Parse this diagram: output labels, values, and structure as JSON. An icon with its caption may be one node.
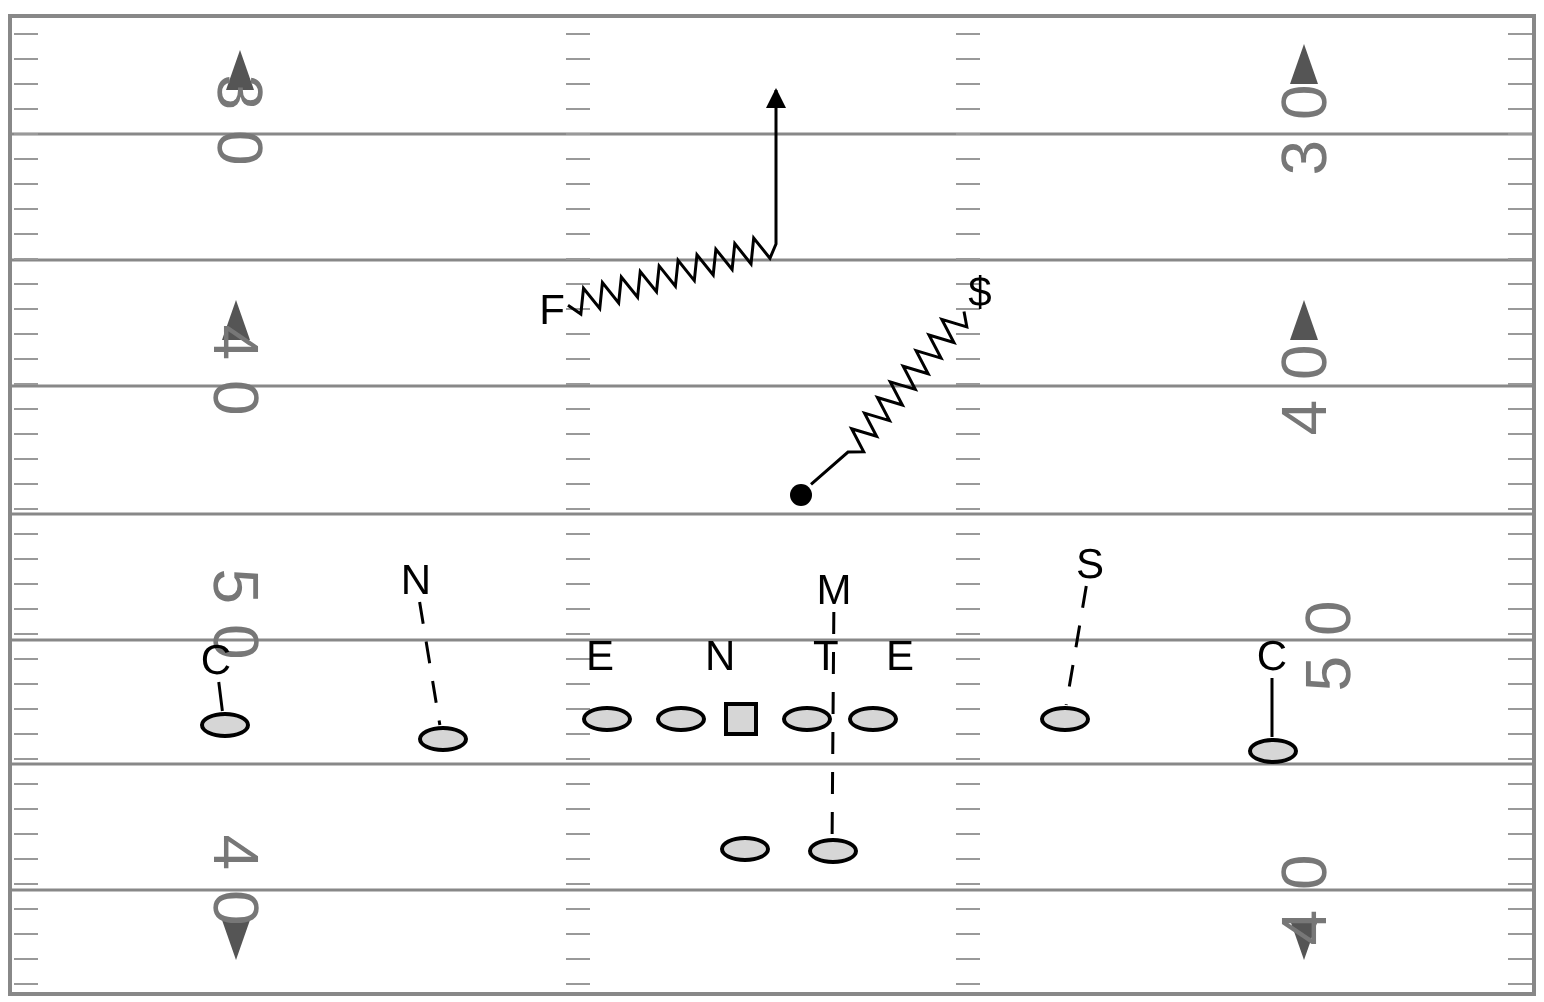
{
  "diagram": {
    "nodes": [
      {
        "text": [
          "F"
        ]
      },
      {
        "text": [
          "$"
        ]
      },
      {
        "text": [],
        "shape": "circle"
      },
      {
        "text": [
          "N"
        ]
      },
      {
        "text": [
          "M"
        ]
      },
      {
        "text": [
          "S"
        ]
      },
      {
        "text": [
          "C"
        ]
      },
      {
        "text": [
          "C"
        ]
      },
      {
        "text": [],
        "shape": "ellipse"
      },
      {
        "text": [],
        "shape": "ellipse"
      },
      {
        "text": [],
        "shape": "ellipse"
      },
      {
        "text": [],
        "shape": "ellipse"
      },
      {
        "text": [],
        "shape": "box"
      },
      {
        "text": [],
        "shape": "ellipse"
      },
      {
        "text": [],
        "shape": "ellipse"
      },
      {
        "text": [],
        "shape": "ellipse"
      },
      {
        "text": [],
        "shape": "ellipse"
      },
      {
        "text": [],
        "shape": "ellipse"
      },
      {
        "text": [],
        "shape": "ellipse"
      }
    ],
    "edges": [
      {
        "from": 0,
        "to": null,
        "arrow": "to"
      },
      {
        "from": 2,
        "to": 1,
        "arrow": "none"
      },
      {
        "from": 3,
        "to": 9,
        "arrow": "none",
        "style": "dashed"
      },
      {
        "from": 4,
        "to": 18,
        "arrow": "none",
        "style": "dashed"
      },
      {
        "from": 5,
        "to": 15,
        "arrow": "none",
        "style": "dashed"
      },
      {
        "from": 6,
        "to": 8,
        "arrow": "none"
      },
      {
        "from": 7,
        "to": 16,
        "arrow": "none"
      }
    ],
    "labels": [
      "30",
      "30",
      "40",
      "40",
      "50",
      "50",
      "E",
      "N",
      "T",
      "E",
      "40",
      "40"
    ]
  }
}
